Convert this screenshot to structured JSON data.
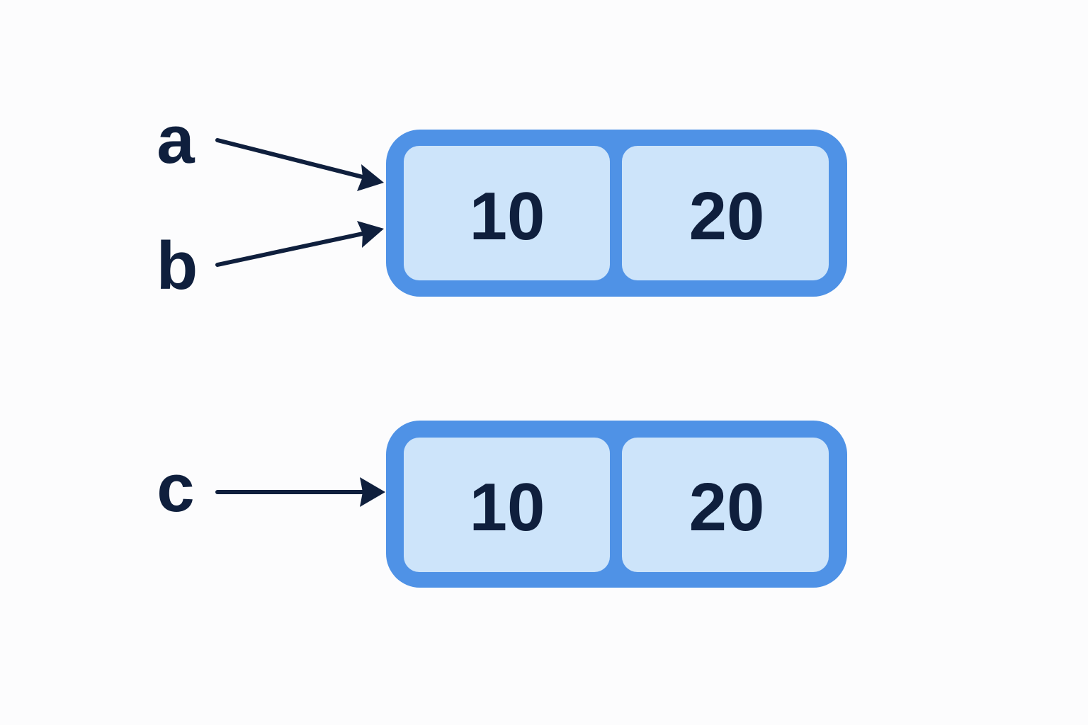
{
  "diagram": {
    "variables": [
      {
        "name": "a",
        "target": "list1"
      },
      {
        "name": "b",
        "target": "list1"
      },
      {
        "name": "c",
        "target": "list2"
      }
    ],
    "lists": [
      {
        "id": "list1",
        "values": [
          "10",
          "20"
        ]
      },
      {
        "id": "list2",
        "values": [
          "10",
          "20"
        ]
      }
    ],
    "colors": {
      "outer_border": "#4f92e6",
      "cell_fill": "#cde4fa",
      "text": "#0f1f3d",
      "background": "#fcfcfd"
    }
  }
}
